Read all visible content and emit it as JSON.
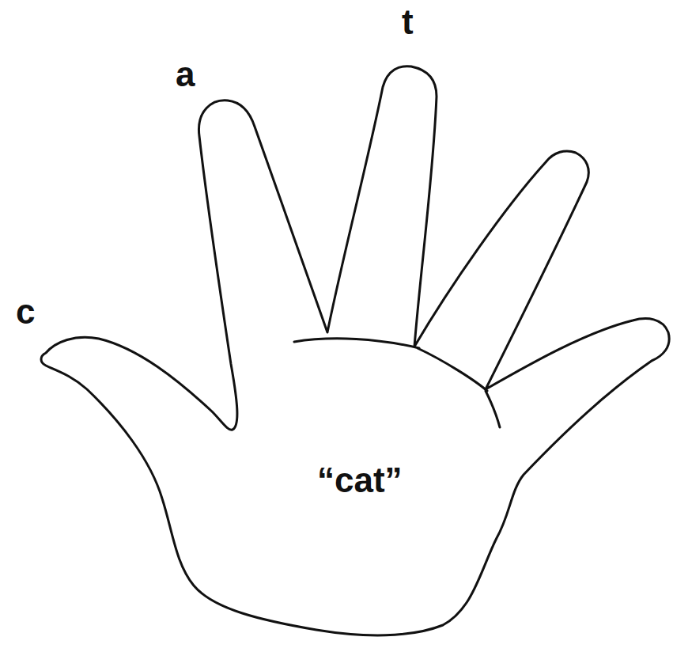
{
  "diagram": {
    "nodes": [
      {
        "text": [
          "“cat”"
        ]
      }
    ],
    "labels": [
      "c",
      "a",
      "t"
    ]
  }
}
